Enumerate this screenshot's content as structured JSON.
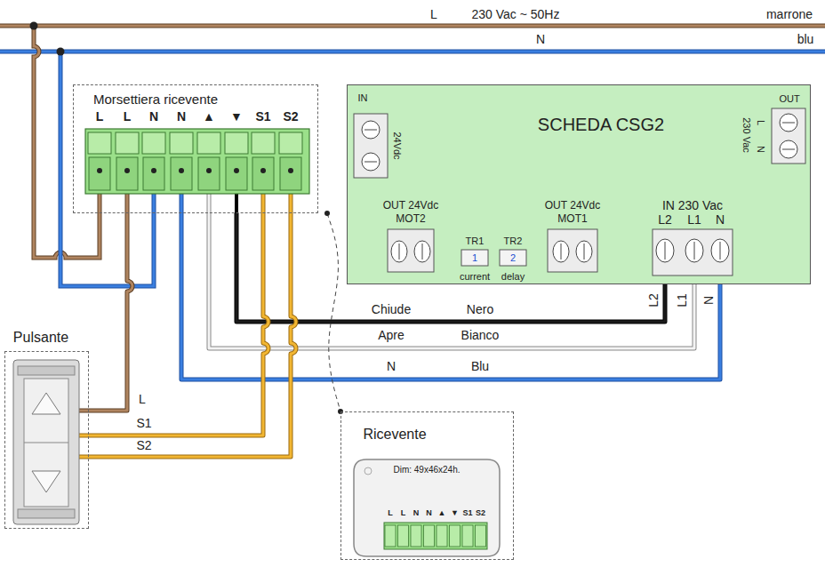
{
  "diagram": {
    "nodes": [
      {
        "text": [
          "Morsettiera ricevente"
        ]
      },
      {
        "text": [
          "SCHEDA CSG2"
        ]
      },
      {
        "text": [
          "Pulsante"
        ]
      },
      {
        "text": [
          "Ricevente"
        ]
      }
    ],
    "edges": [
      {
        "from": 0,
        "to": 1,
        "arrow": "none",
        "label": "Chiude"
      },
      {
        "from": 0,
        "to": 1,
        "arrow": "none",
        "label": "Apre"
      },
      {
        "from": 0,
        "to": 1,
        "arrow": "none",
        "label": "N"
      },
      {
        "from": 2,
        "to": 0,
        "arrow": "none",
        "label": "L"
      },
      {
        "from": 2,
        "to": 0,
        "arrow": "none",
        "label": "S1"
      },
      {
        "from": 2,
        "to": 0,
        "arrow": "none",
        "label": "S2"
      },
      {
        "from": 0,
        "to": 3,
        "arrow": "none"
      }
    ],
    "labels": [
      "L",
      "230 Vac ~ 50Hz",
      "marrone",
      "N",
      "blu",
      "L",
      "L",
      "N",
      "N",
      "▲",
      "▼",
      "S1",
      "S2",
      "IN",
      "24Vdc",
      "OUT",
      "230 Vac",
      "L",
      "N",
      "OUT 24Vdc",
      "MOT2",
      "TR1",
      "1",
      "current",
      "TR2",
      "2",
      "delay",
      "OUT 24Vdc",
      "MOT1",
      "IN 230 Vac",
      "L2",
      "L1",
      "N",
      "L2",
      "L1",
      "N",
      "Nero",
      "Bianco",
      "Blu",
      "Dim: 49x46x24h.",
      "L",
      "L",
      "N",
      "N",
      "▲",
      "▼",
      "S1",
      "S2"
    ]
  }
}
